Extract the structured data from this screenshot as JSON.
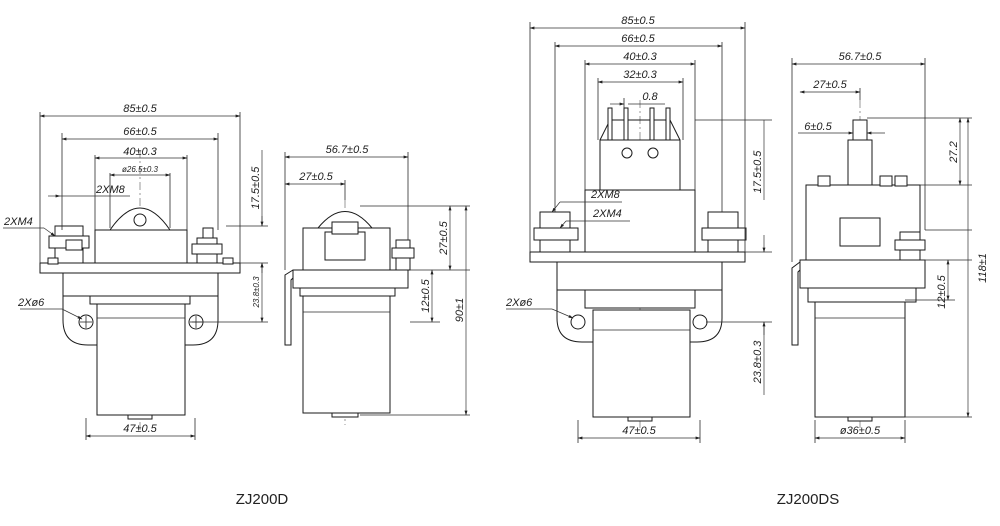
{
  "left_figure": {
    "model_label": "ZJ200D",
    "main_view": {
      "width_85": "85±0.5",
      "width_66": "66±0.5",
      "width_40": "40±0.3",
      "width_26": "ø26.5±0.3",
      "thread_m8": "2XM8",
      "thread_m4": "2XM4",
      "hole_6": "2Xø6",
      "height_17": "17.5±0.5",
      "height_23": "23.8±0.3",
      "base_47": "47±0.5"
    },
    "side_view": {
      "width_56": "56.7±0.5",
      "width_27": "27±0.5",
      "height_27": "27±0.5",
      "height_12": "12±0.5",
      "height_90": "90±1"
    }
  },
  "right_figure": {
    "model_label": "ZJ200DS",
    "main_view": {
      "width_85": "85±0.5",
      "width_66": "66±0.5",
      "width_40": "40±0.3",
      "width_32": "32±0.3",
      "width_08": "0.8",
      "thread_m8": "2XM8",
      "thread_m4": "2XM4",
      "hole_6": "2Xø6",
      "height_17": "17.5±0.5",
      "height_23": "23.8±0.3",
      "base_47": "47±0.5"
    },
    "side_view": {
      "width_56": "56.7±0.5",
      "width_27": "27±0.5",
      "width_6": "6±0.5",
      "height_272": "27.2",
      "height_12": "12±0.5",
      "height_118": "118±1",
      "base_36": "ø36±0.5"
    }
  }
}
